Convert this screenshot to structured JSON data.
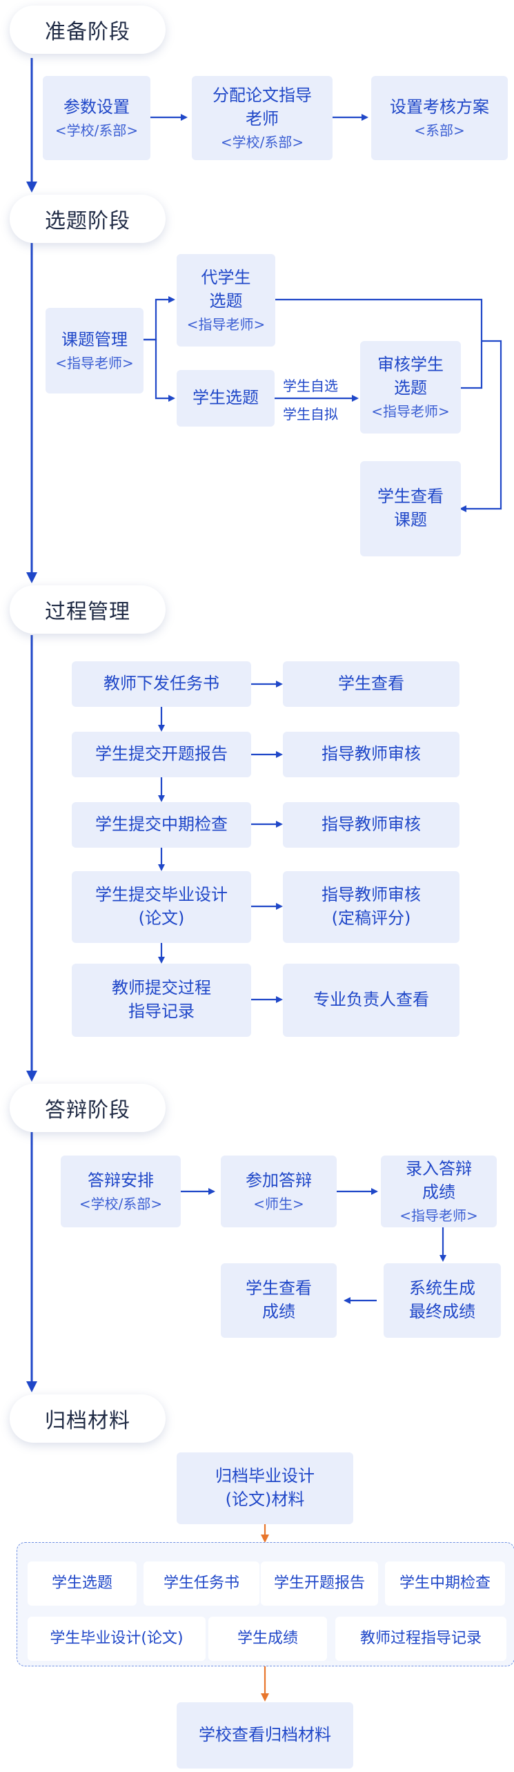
{
  "stages": {
    "prep": "准备阶段",
    "topic": "选题阶段",
    "process": "过程管理",
    "defense": "答辩阶段",
    "archive": "归档材料"
  },
  "prep": {
    "params": {
      "title": "参数设置",
      "sub": "<学校/系部>"
    },
    "assign": {
      "title": "分配论文指导\n老师",
      "sub": "<学校/系部>"
    },
    "scheme": {
      "title": "设置考核方案",
      "sub": "<系部>"
    }
  },
  "topic": {
    "manage": {
      "title": "课题管理",
      "sub": "<指导老师>"
    },
    "proxy": {
      "title": "代学生\n选题",
      "sub": "<指导老师>"
    },
    "select": {
      "title": "学生选题"
    },
    "review": {
      "title": "审核学生\n选题",
      "sub": "<指导老师>"
    },
    "view": {
      "title": "学生查看\n课题"
    },
    "label_self_select": "学生自选",
    "label_self_draft": "学生自拟"
  },
  "process": {
    "rows": [
      {
        "left": "教师下发任务书",
        "right": "学生查看"
      },
      {
        "left": "学生提交开题报告",
        "right": "指导教师审核"
      },
      {
        "left": "学生提交中期检查",
        "right": "指导教师审核"
      },
      {
        "left": "学生提交毕业设计\n(论文)",
        "right": "指导教师审核\n(定稿评分)"
      },
      {
        "left": "教师提交过程\n指导记录",
        "right": "专业负责人查看"
      }
    ]
  },
  "defense": {
    "arrange": {
      "title": "答辩安排",
      "sub": "<学校/系部>"
    },
    "attend": {
      "title": "参加答辩",
      "sub": "<师生>"
    },
    "enter": {
      "title": "录入答辩\n成绩",
      "sub": "<指导老师>"
    },
    "system": {
      "title": "系统生成\n最终成绩"
    },
    "student": {
      "title": "学生查看\n成绩"
    }
  },
  "archive": {
    "top": "归档毕业设计\n(论文)材料",
    "items": [
      "学生选题",
      "学生任务书",
      "学生开题报告",
      "学生中期检查",
      "学生毕业设计(论文)",
      "学生成绩",
      "教师过程指导记录"
    ],
    "bottom": "学校查看归档材料"
  },
  "colors": {
    "primary": "#1f47c8",
    "box_fill": "#e9eefb",
    "arrow_orange": "#e8762c",
    "stage_text": "#1f2a44"
  }
}
